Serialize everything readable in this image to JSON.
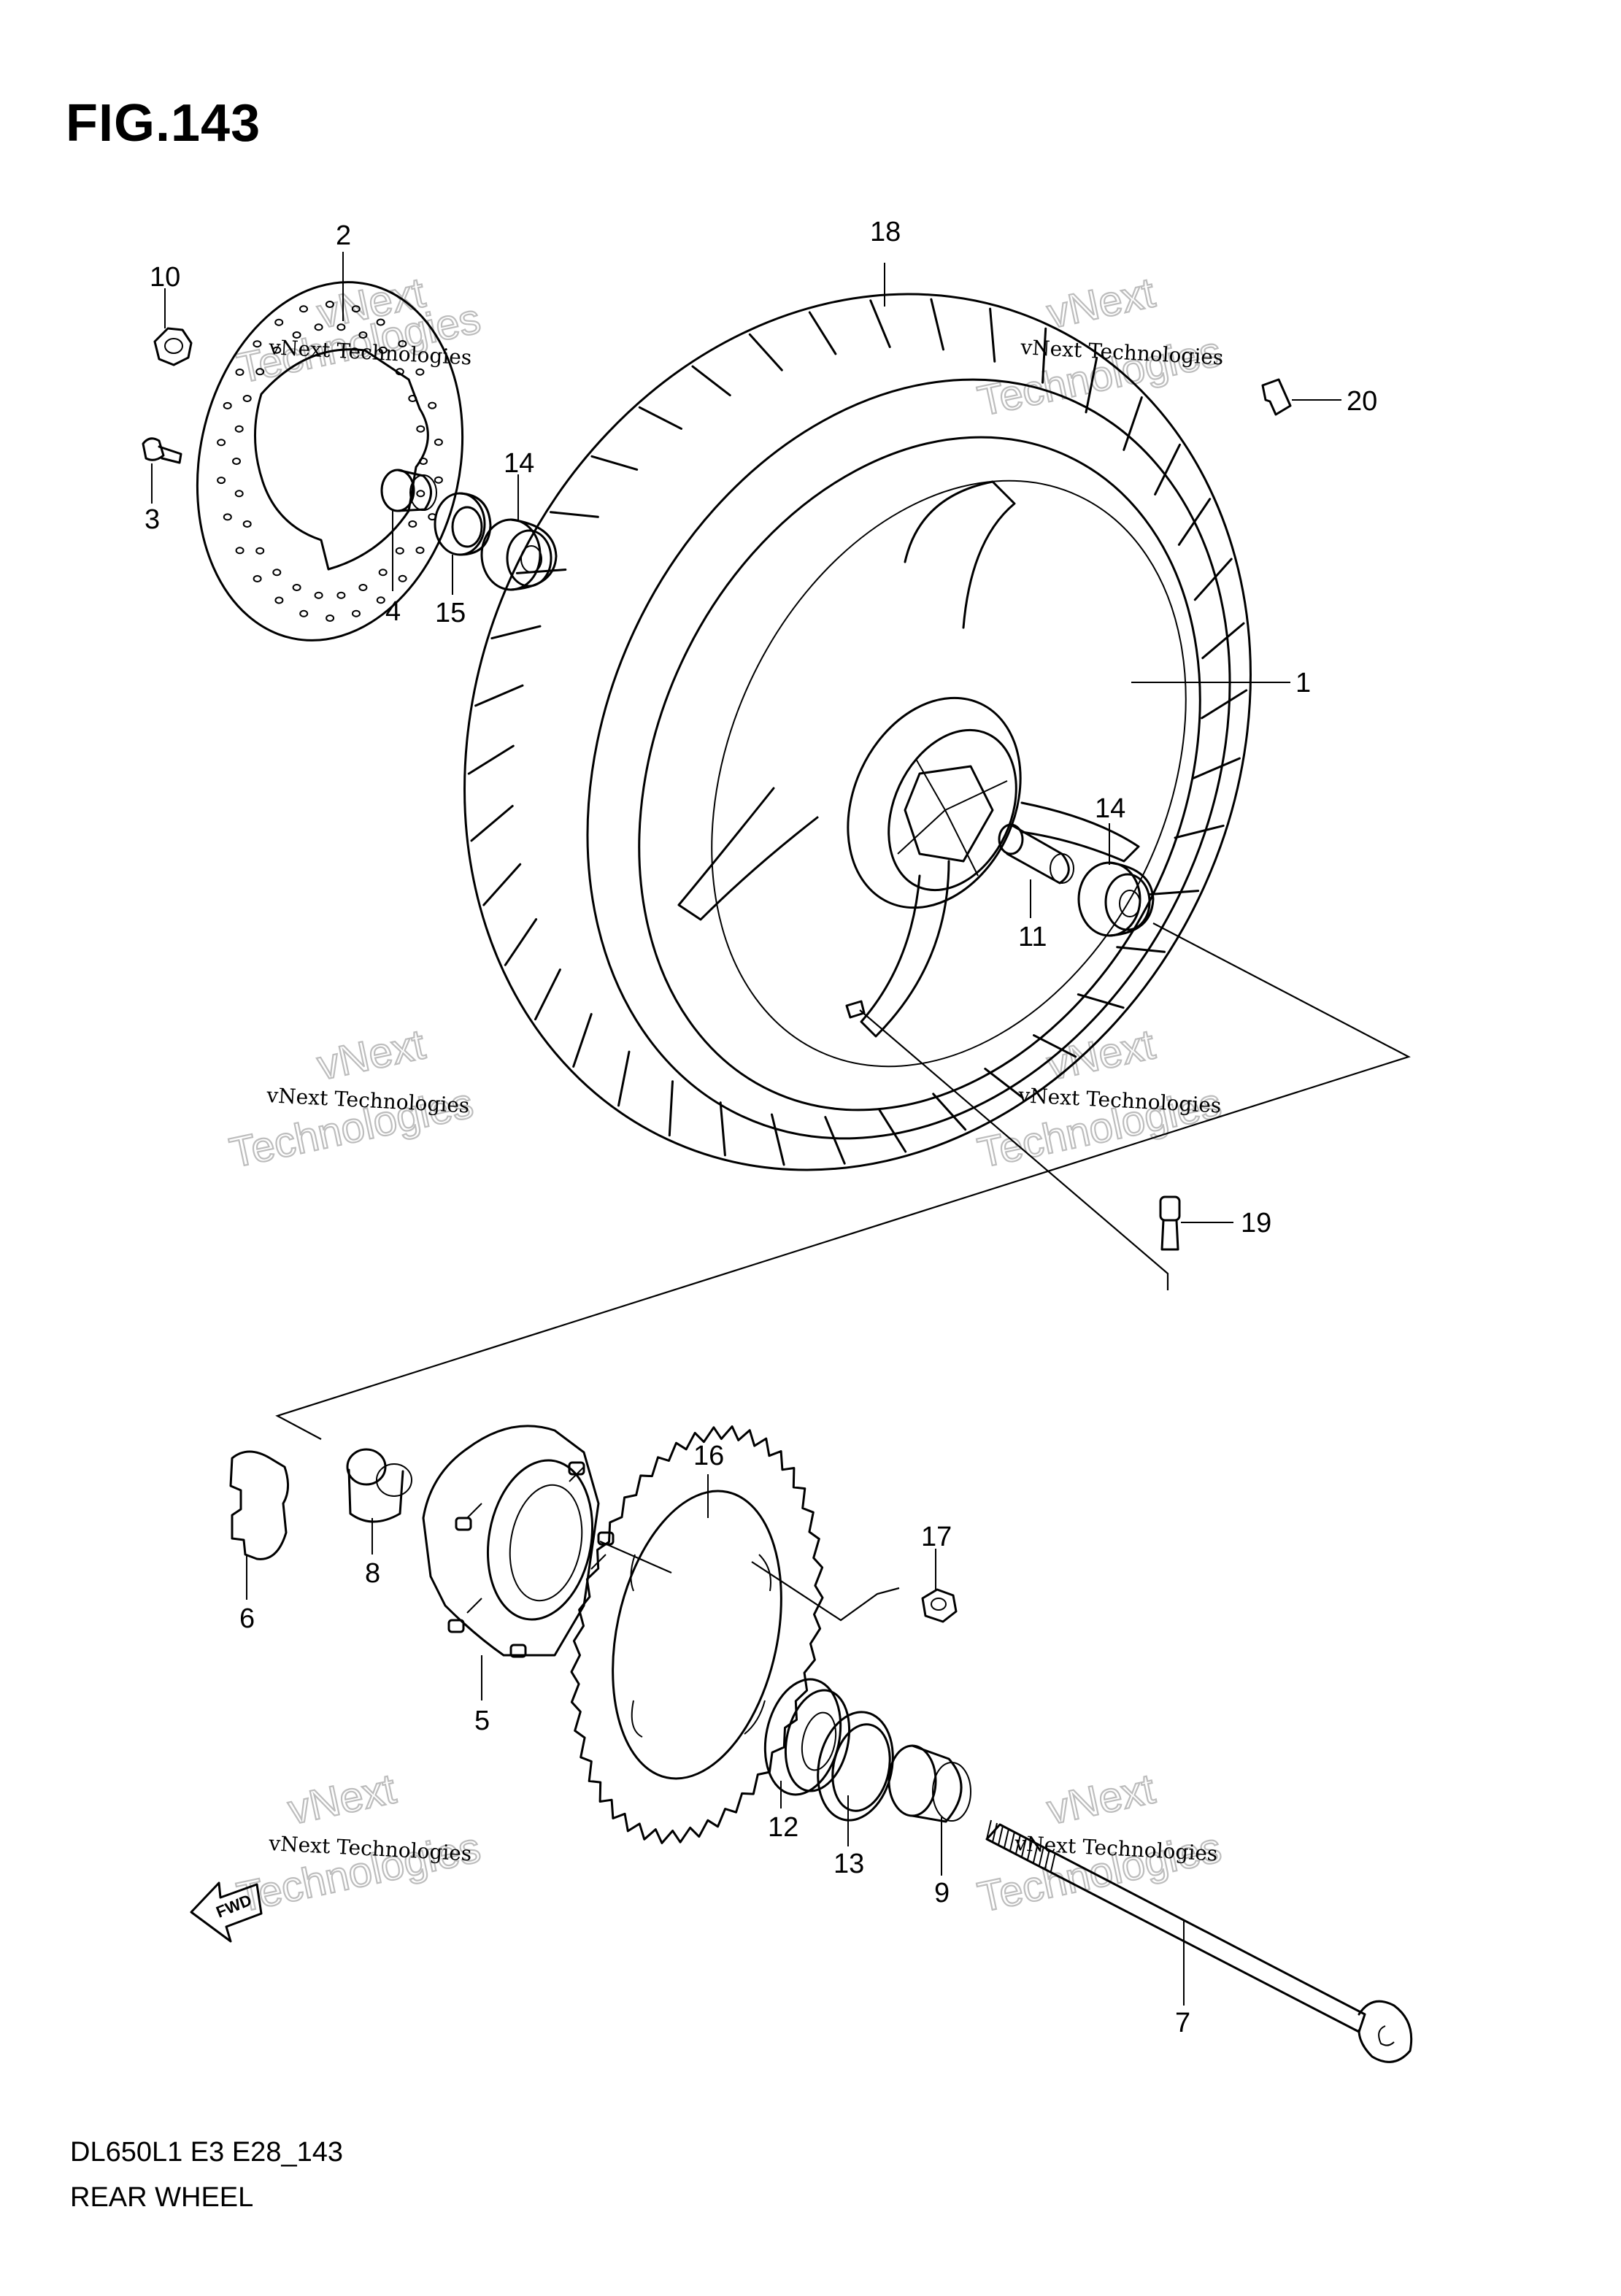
{
  "figure": {
    "title": "FIG.143",
    "model_code": "DL650L1 E3 E28_143",
    "section_name": "REAR WHEEL"
  },
  "callouts": [
    "1",
    "2",
    "3",
    "4",
    "5",
    "6",
    "7",
    "8",
    "9",
    "10",
    "11",
    "12",
    "13",
    "14",
    "14",
    "15",
    "16",
    "17",
    "18",
    "19",
    "20"
  ],
  "watermark": {
    "line1": "vNext Technologies",
    "line2a": "vNext",
    "line2b": "Technologies"
  },
  "fwd_arrow_label": "FWD"
}
